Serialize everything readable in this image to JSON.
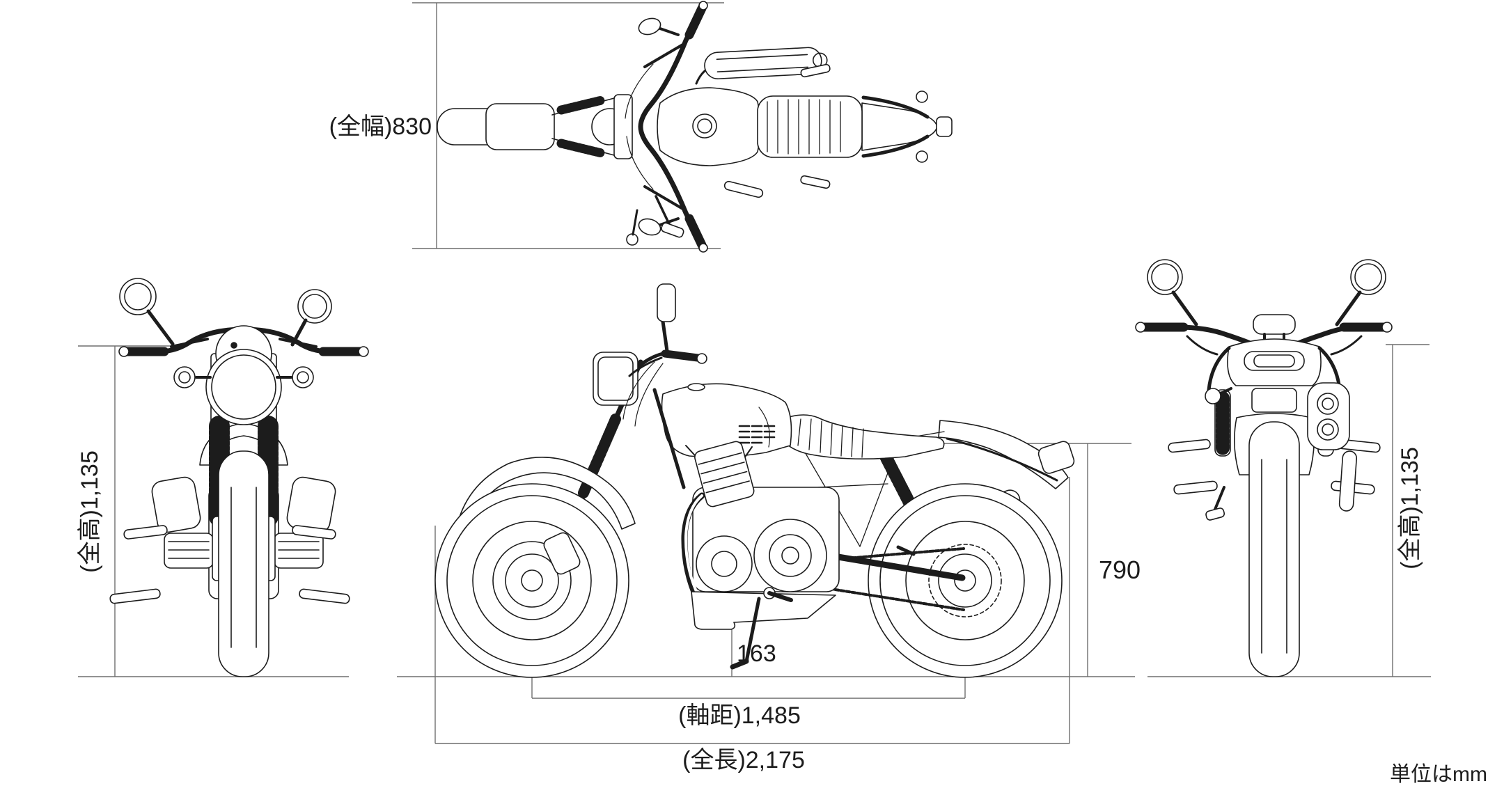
{
  "unit_note": "単位はmm",
  "dimensions": {
    "overall_width": {
      "label": "(全幅)830",
      "name_jp": "全幅",
      "value_mm": 830
    },
    "overall_height": {
      "label": "(全高)1,135",
      "name_jp": "全高",
      "value_mm": 1135
    },
    "seat_height": {
      "label": "790",
      "value_mm": 790
    },
    "ground_clearance": {
      "label": "163",
      "value_mm": 163
    },
    "wheelbase": {
      "label": "(軸距)1,485",
      "name_jp": "軸距",
      "value_mm": 1485
    },
    "overall_length": {
      "label": "(全長)2,175",
      "name_jp": "全長",
      "value_mm": 2175
    }
  },
  "colors": {
    "background": "#ffffff",
    "artwork_line": "#1c1c1c",
    "dimension_line": "#6e6e6e"
  }
}
